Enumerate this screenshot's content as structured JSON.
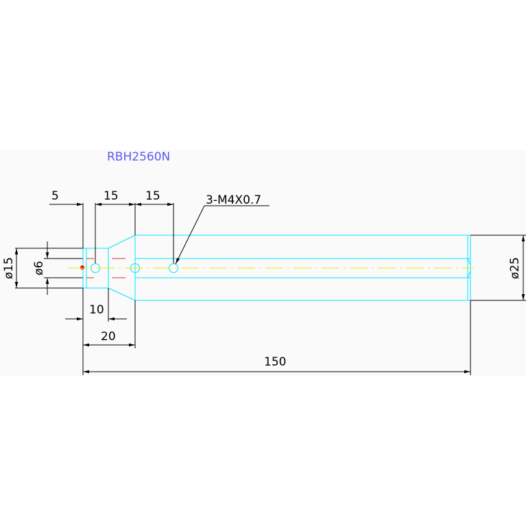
{
  "title": "RBH2560N",
  "dimensions": {
    "d5": "5",
    "d15_a": "15",
    "d15_b": "15",
    "thread": "3-M4X0.7",
    "phi15": "ø15",
    "phi6": "ø6",
    "phi25": "ø25",
    "d10": "10",
    "d20": "20",
    "d150": "150"
  },
  "colors": {
    "background": "#ffffff",
    "panel": "#fafafa",
    "outline": "#00e5ff",
    "dimension": "#000000",
    "title": "#5a5af0",
    "centerline": "#e6e600",
    "hidden": "#e03030",
    "point": "#ff0000"
  }
}
